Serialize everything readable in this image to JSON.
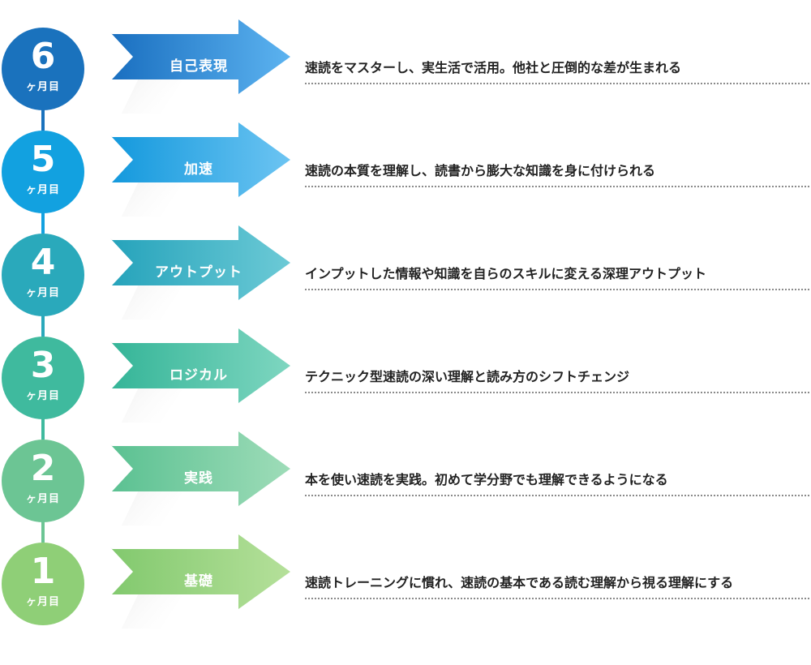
{
  "unit_label": "ヶ月目",
  "stages": [
    {
      "month": "6",
      "title": "自己表現",
      "description": "速読をマスターし、実生活で活用。他社と圧倒的な差が生まれる",
      "color": "#1a72bd",
      "arrow_from": "#1a6fc0",
      "arrow_to": "#5cb3f0"
    },
    {
      "month": "5",
      "title": "加速",
      "description": "速読の本質を理解し、読書から膨大な知識を身に付けられる",
      "color": "#12a1e0",
      "arrow_from": "#1499dd",
      "arrow_to": "#6cc4f2"
    },
    {
      "month": "4",
      "title": "アウトプット",
      "description": "インプットした情報や知識を自らのスキルに変える深理アウトプット",
      "color": "#2aa9bb",
      "arrow_from": "#26a3bb",
      "arrow_to": "#6ccad6"
    },
    {
      "month": "3",
      "title": "ロジカル",
      "description": "テクニック型速読の深い理解と読み方のシフトチェンジ",
      "color": "#3fba9e",
      "arrow_from": "#35b598",
      "arrow_to": "#7ed6c0"
    },
    {
      "month": "2",
      "title": "実践",
      "description": "本を使い速読を実践。初めて学分野でも理解できるようになる",
      "color": "#6cc594",
      "arrow_from": "#5bc192",
      "arrow_to": "#9edcb8"
    },
    {
      "month": "1",
      "title": "基礎",
      "description": "速読トレーニングに慣れ、速読の基本である読む理解から視る理解にする",
      "color": "#8fcf77",
      "arrow_from": "#82c96e",
      "arrow_to": "#b5e09a"
    }
  ]
}
